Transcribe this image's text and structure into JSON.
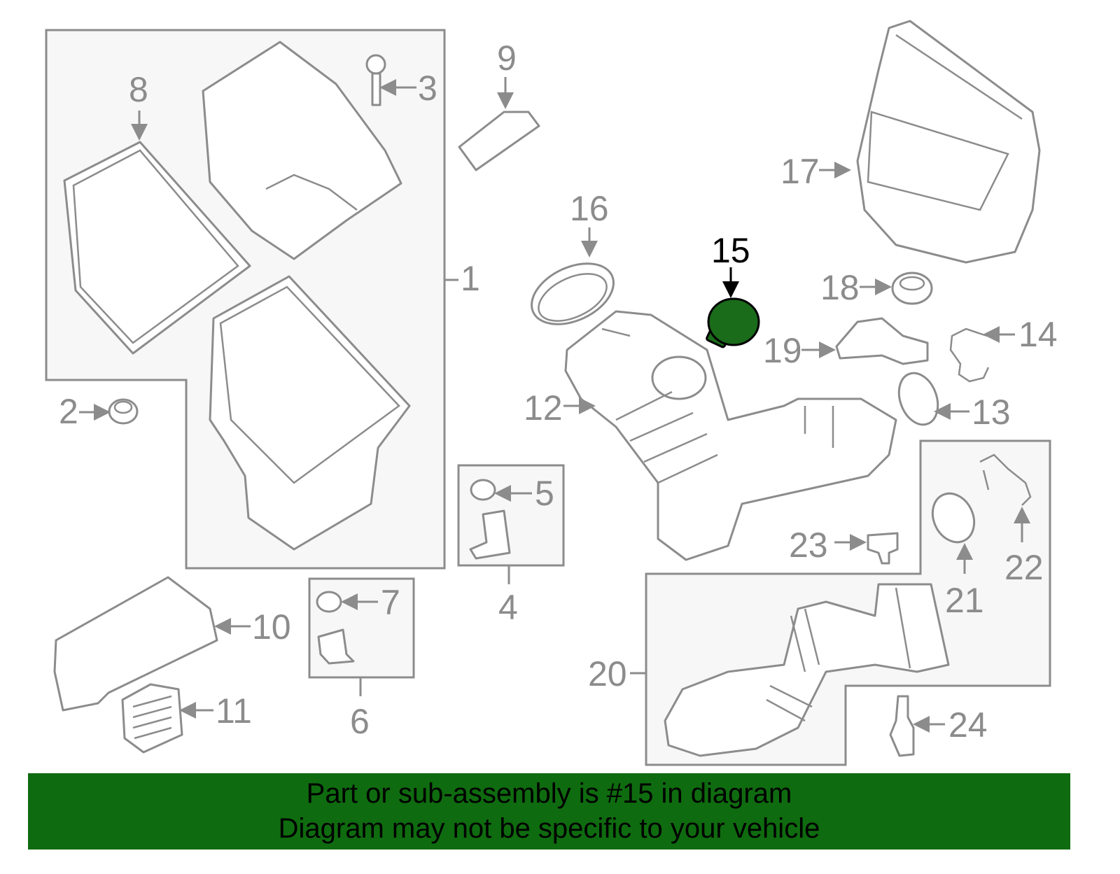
{
  "diagram": {
    "highlight_color": "#1a6b1a",
    "highlighted_part": "15",
    "labels": [
      "1",
      "2",
      "3",
      "4",
      "5",
      "6",
      "7",
      "8",
      "9",
      "10",
      "11",
      "12",
      "13",
      "14",
      "15",
      "16",
      "17",
      "18",
      "19",
      "20",
      "21",
      "22",
      "23",
      "24"
    ]
  },
  "banner": {
    "line1": "Part or sub-assembly is #15 in diagram",
    "line2": "Diagram may not be specific to your vehicle",
    "color": "#0f6b0f"
  }
}
